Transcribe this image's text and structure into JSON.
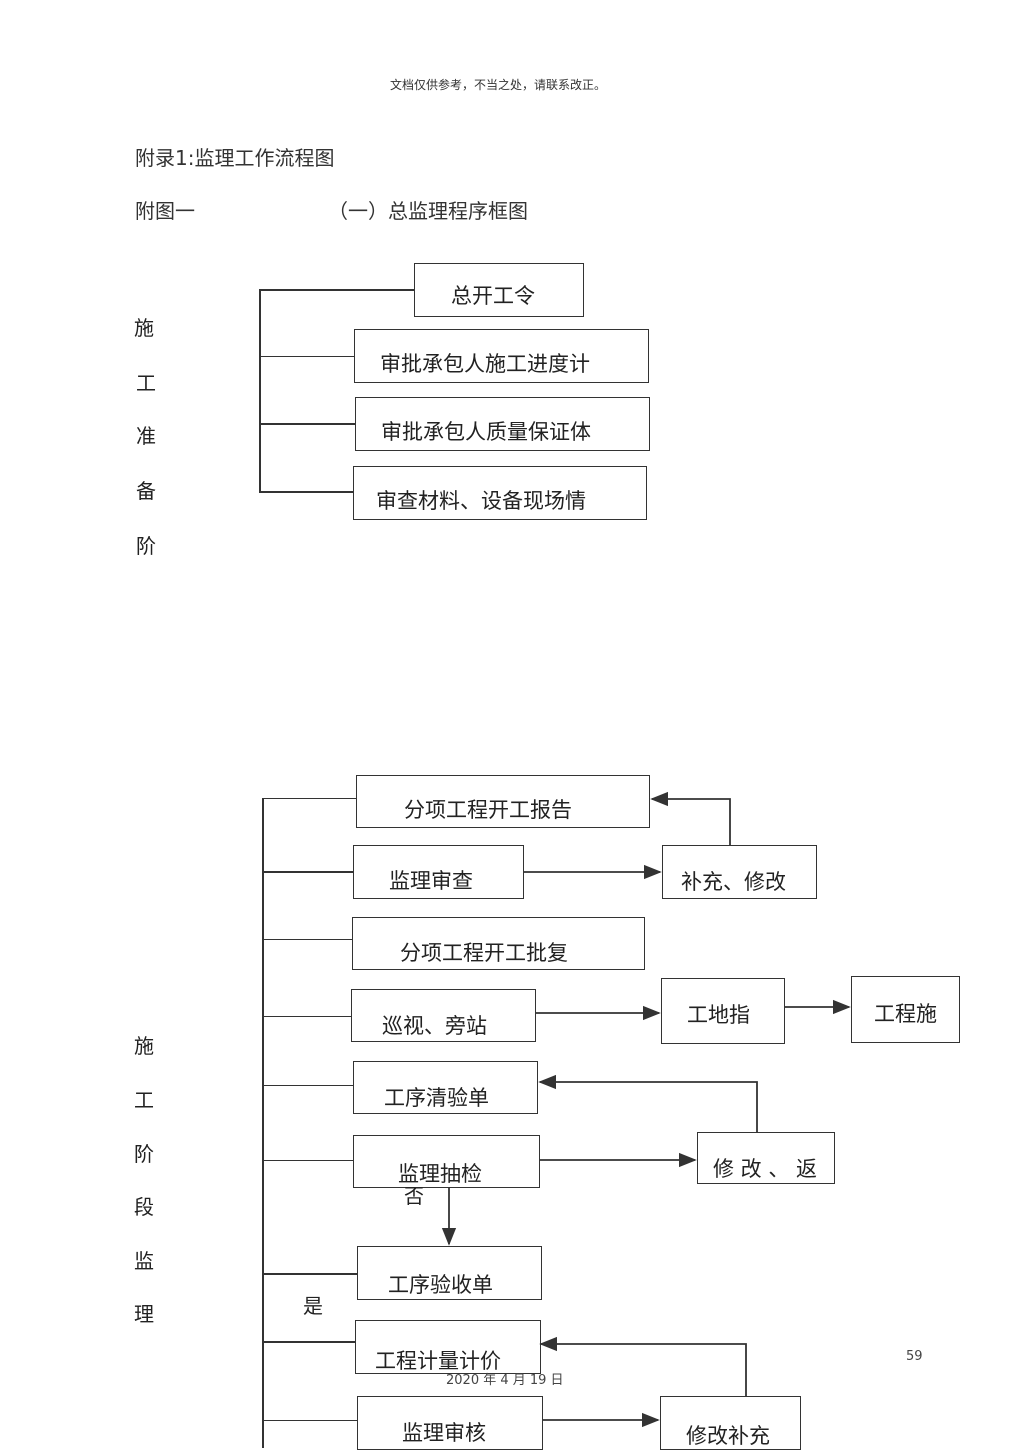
{
  "header": "文档仅供参考，不当之处，请联系改正。",
  "appendix_title": "附录1:监理工作流程图",
  "figure_label": "附图一",
  "figure_title": "（一）总监理程序框图",
  "section1": {
    "side_chars": [
      "施",
      "工",
      "准",
      "备",
      "阶"
    ],
    "boxes": [
      "总开工令",
      "审批承包人施工进度计",
      "审批承包人质量保证体",
      "审查材料、设备现场情"
    ]
  },
  "section2": {
    "side_chars": [
      "施",
      "工",
      "阶",
      "段",
      "监",
      "理"
    ],
    "boxes": {
      "report": "分项工程开工报告",
      "review": "监理审查",
      "supplement": "补充、修改",
      "approval": "分项工程开工批复",
      "patrol": "巡视、旁站",
      "site_instr": "工地指",
      "eng_const": "工程施",
      "process_check": "工序清验单",
      "spot_check": "监理抽检",
      "rework": "修 改 、 返",
      "acceptance": "工序验收单",
      "measure": "工程计量计价",
      "audit": "监理审核",
      "modify": "修改补充"
    },
    "labels": {
      "no": "否",
      "yes": "是"
    }
  },
  "footer": {
    "page_number": "59",
    "date": "2020 年 4 月 19 日"
  }
}
